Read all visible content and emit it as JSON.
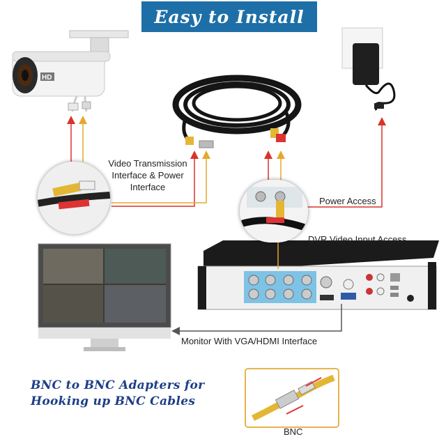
{
  "banner": {
    "title": "Easy to Install"
  },
  "labels": {
    "video_line1": "Video Transmission",
    "video_line2": "Interface & Power",
    "video_line3": "Interface",
    "power_access": "Power Access",
    "dvr_access": "DVR Video Input Access",
    "monitor": "Monitor With VGA/HDMI Interface",
    "bnc": "BNC"
  },
  "camera_text": "HD",
  "adapters": {
    "line1": "BNC to BNC Adapters for",
    "line2": "Hooking up BNC Cables"
  },
  "colors": {
    "banner": "#1e6fa7",
    "red_line": "#d9342b",
    "yellow_line": "#e6a72c",
    "gray_line": "#555555",
    "adapter_text": "#1d3f86"
  }
}
